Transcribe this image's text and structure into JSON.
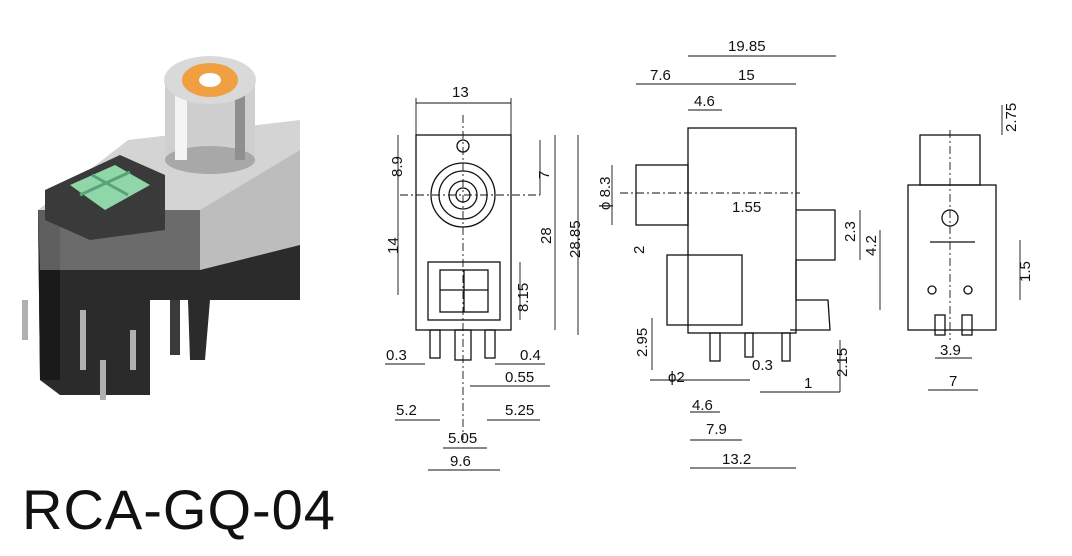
{
  "model_name": "RCA-GQ-04",
  "front_view": {
    "dims": [
      "13",
      "8.9",
      "7",
      "14",
      "28",
      "28.85",
      "8.15",
      "0.3",
      "0.4",
      "0.55",
      "5.2",
      "5.25",
      "5.05",
      "9.6"
    ]
  },
  "side_view": {
    "dims": [
      "19.85",
      "7.6",
      "15",
      "4.6",
      "ϕ 8.3",
      "1.55",
      "2",
      "2.3",
      "4.2",
      "2.95",
      "ϕ2",
      "0.3",
      "2.15",
      "1",
      "4.6",
      "7.9",
      "13.2"
    ]
  },
  "rear_view": {
    "dims": [
      "2.75",
      "1.5",
      "3.9",
      "7"
    ]
  },
  "colors": {
    "line": "#111111",
    "jack_insert": "#f0a040",
    "led_green": "#8fd6a8",
    "housing": "#2a2a2a",
    "metal": "#c9c9c9"
  }
}
